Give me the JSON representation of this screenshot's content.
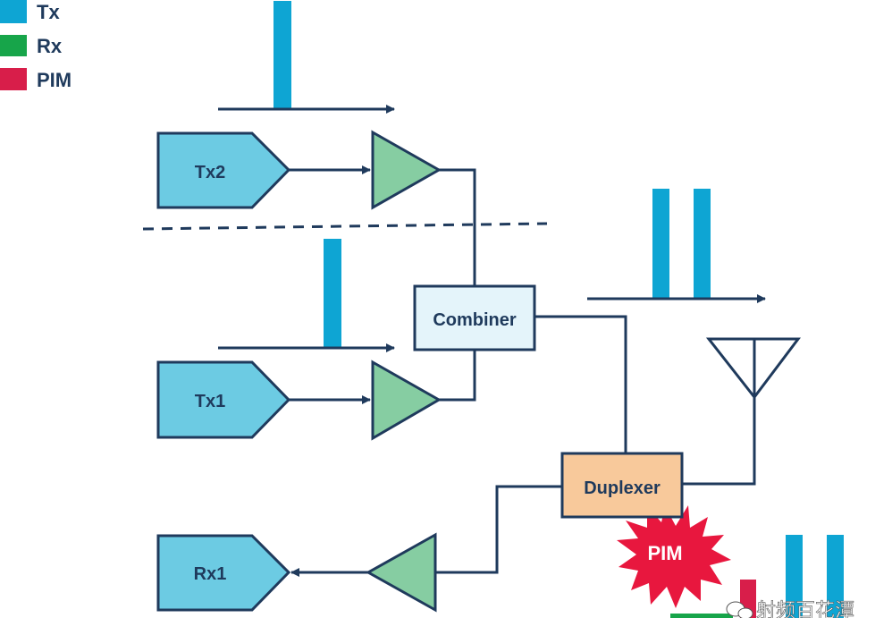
{
  "colors": {
    "tx": "#0ea5d3",
    "rx": "#17a54a",
    "pim": "#d81e4a",
    "line": "#1f3a5c",
    "block_fill": "#6ccbe3",
    "amp_fill": "#86cda2",
    "combiner_fill": "#e4f4fa",
    "duplexer_fill": "#f8c99b",
    "burst_fill": "#e8173e"
  },
  "legend": [
    {
      "key": "tx",
      "label": "Tx"
    },
    {
      "key": "rx",
      "label": "Rx"
    },
    {
      "key": "pim",
      "label": "PIM"
    }
  ],
  "blocks": {
    "tx2": "Tx2",
    "tx1": "Tx1",
    "rx1": "Rx1",
    "combiner": "Combiner",
    "duplexer": "Duplexer",
    "pim_burst": "PIM"
  },
  "watermark": "射频百花潭"
}
